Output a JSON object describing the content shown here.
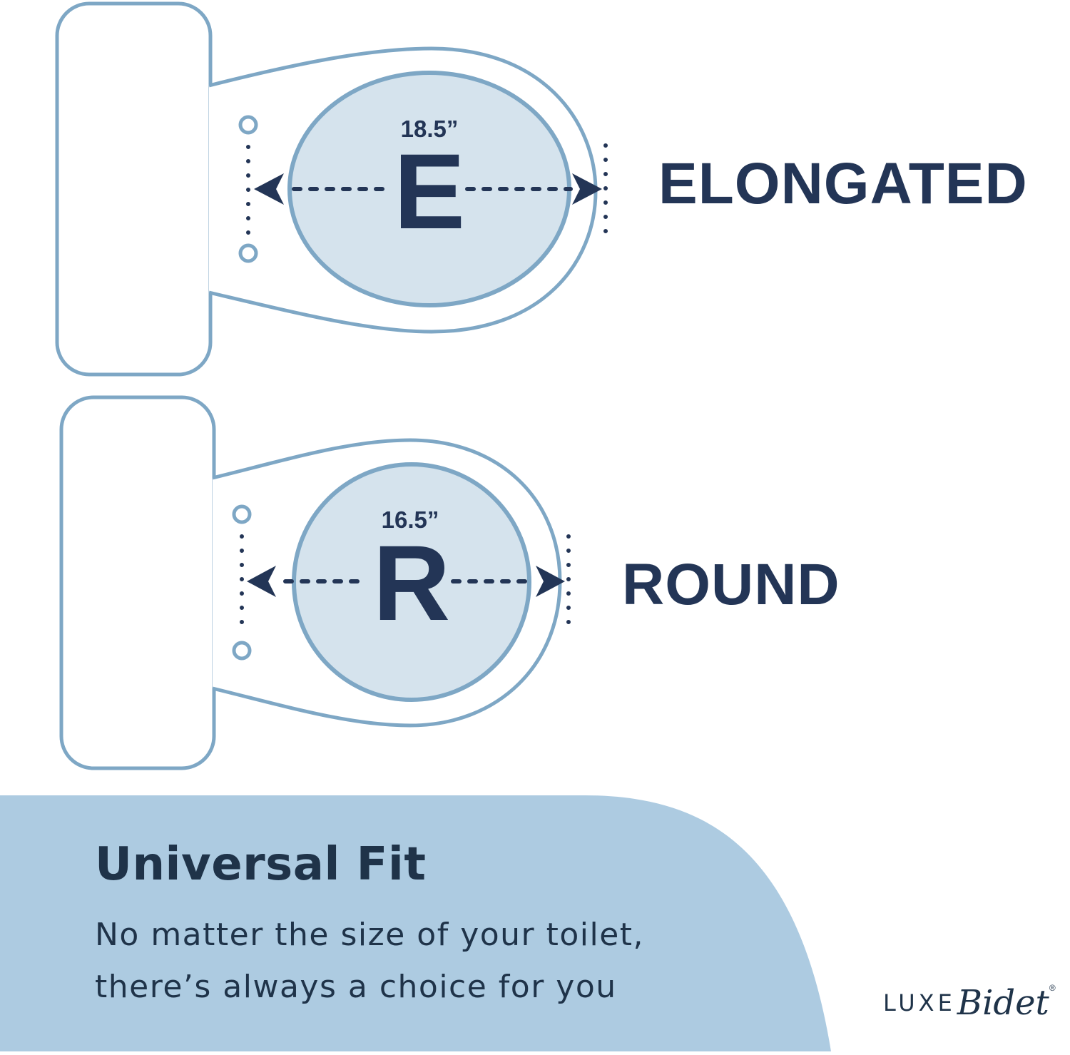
{
  "colors": {
    "outline": "#7ea7c5",
    "fill": "#d5e3ed",
    "navy": "#233556",
    "banner": "#adcbe1",
    "banner_text": "#1f3349"
  },
  "elongated": {
    "label": "ELONGATED",
    "letter": "E",
    "dimension": "18.5”"
  },
  "round": {
    "label": "ROUND",
    "letter": "R",
    "dimension": "16.5”"
  },
  "banner": {
    "title": "Universal Fit",
    "line1": "No matter the size of your toilet,",
    "line2": "there’s always a choice for you"
  },
  "brand": {
    "luxe": "LUXE",
    "bidet": "Bidet",
    "reg": "®"
  }
}
